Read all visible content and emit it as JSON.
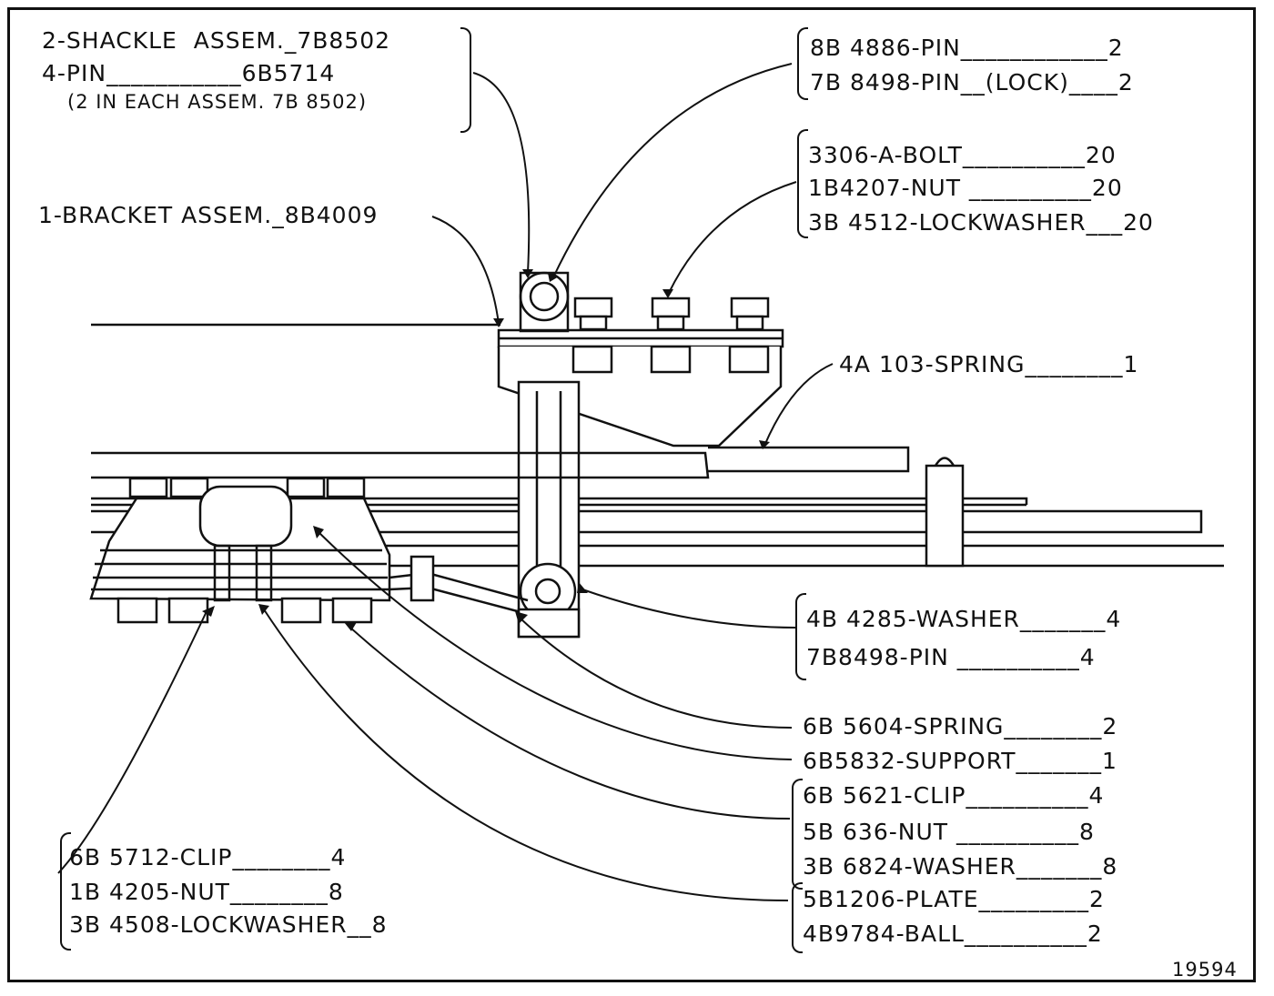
{
  "top_left": {
    "shackle": "2-SHACKLE  ASSEM._7B8502",
    "pin": "4-PIN___________6B5714",
    "note": "(2 IN EACH ASSEM. 7B 8502)"
  },
  "bracket": "1-BRACKET ASSEM._8B4009",
  "top_right_pins": [
    "8B 4886-PIN____________2",
    "7B 8498-PIN__(LOCK)____2"
  ],
  "bolts": [
    "3306-A-BOLT__________20",
    "1B4207-NUT __________20",
    "3B 4512-LOCKWASHER___20"
  ],
  "spring_main": "4A 103-SPRING________1",
  "washer_pin": [
    "4B 4285-WASHER_______4",
    "7B8498-PIN __________4"
  ],
  "spring_small": "6B 5604-SPRING________2",
  "support": "6B5832-SUPPORT_______1",
  "clip_group": [
    "6B 5621-CLIP__________4",
    "5B 636-NUT __________8",
    "3B 6824-WASHER_______8"
  ],
  "plate_group": [
    "5B1206-PLATE_________2",
    "4B9784-BALL__________2"
  ],
  "bottom_left": [
    "6B 5712-CLIP________4",
    "1B 4205-NUT________8",
    "3B 4508-LOCKWASHER__8"
  ],
  "figure_number": "19594"
}
